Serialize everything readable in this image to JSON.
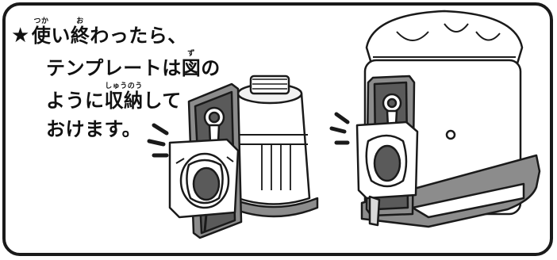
{
  "instruction": {
    "star": "★",
    "line1": [
      {
        "base": "使",
        "ruby": "つか"
      },
      {
        "text": "い"
      },
      {
        "base": "終",
        "ruby": "お"
      },
      {
        "text": "わったら、"
      }
    ],
    "line2": [
      {
        "text": "テンプレートは"
      },
      {
        "base": "図",
        "ruby": "ず"
      },
      {
        "text": "の"
      }
    ],
    "line3": [
      {
        "text": "ように"
      },
      {
        "base": "収納",
        "ruby": "しゅうのう"
      },
      {
        "text": "して"
      }
    ],
    "line4": [
      {
        "text": "おけます。"
      }
    ]
  },
  "colors": {
    "outline": "#1a1a1a",
    "body_gray": "#8c8c8c",
    "dark_gray": "#5a5a5a",
    "light_gray": "#d9d9d9",
    "white": "#ffffff"
  },
  "illustrations": [
    {
      "name": "small-device-with-template",
      "description_icon": "storage-holder-small-icon"
    },
    {
      "name": "large-device-with-template",
      "description_icon": "storage-holder-large-icon"
    }
  ]
}
